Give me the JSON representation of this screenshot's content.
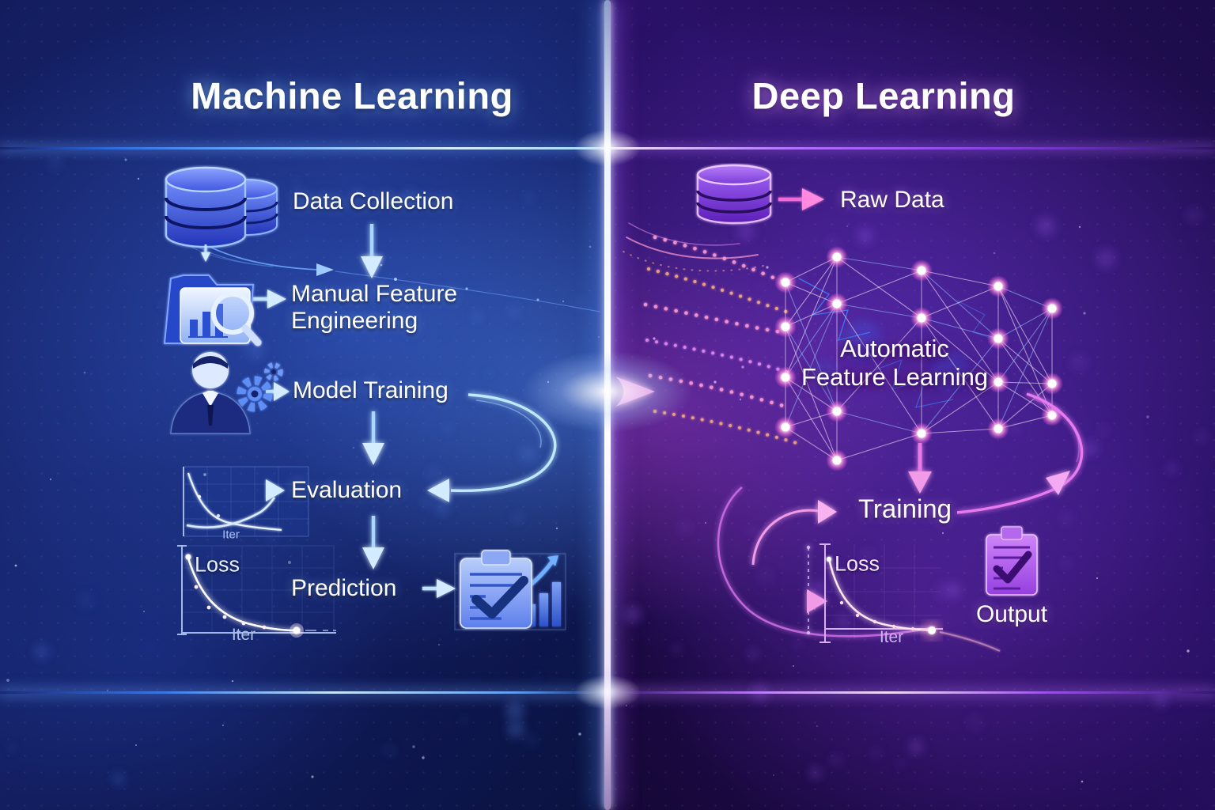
{
  "left": {
    "title": "Machine Learning",
    "accent_color": "#3f8cff",
    "steps": [
      {
        "label": "Data Collection",
        "icon": "database-icon"
      },
      {
        "label": "Manual Feature Engineering",
        "icon": "folder-search-icon"
      },
      {
        "label": "Model Training",
        "icon": "engineer-gears-icon"
      },
      {
        "label": "Evaluation",
        "icon": "metric-chart-icon"
      },
      {
        "label": "Prediction",
        "icon": "report-checklist-icon"
      }
    ],
    "eval_chart": {
      "xlabel": "Iter"
    },
    "loss_chart": {
      "ylabel": "Loss",
      "xlabel": "Iter"
    }
  },
  "right": {
    "title": "Deep Learning",
    "accent_color": "#c050ff",
    "raw_data_label": "Raw Data",
    "network_caption_lines": [
      "Automatic",
      "Feature Learning"
    ],
    "training_label": "Training",
    "loss_chart": {
      "ylabel": "Loss",
      "xlabel": "Iter"
    },
    "output_label": "Output",
    "network": {
      "layer_x": [
        993,
        1058,
        1165,
        1262,
        1330
      ],
      "layer_y": [
        [
          357,
          413,
          477,
          540
        ],
        [
          325,
          384,
          520,
          582
        ],
        [
          342,
          402,
          548
        ],
        [
          362,
          428,
          483,
          542
        ],
        [
          390,
          485,
          525
        ]
      ]
    }
  }
}
